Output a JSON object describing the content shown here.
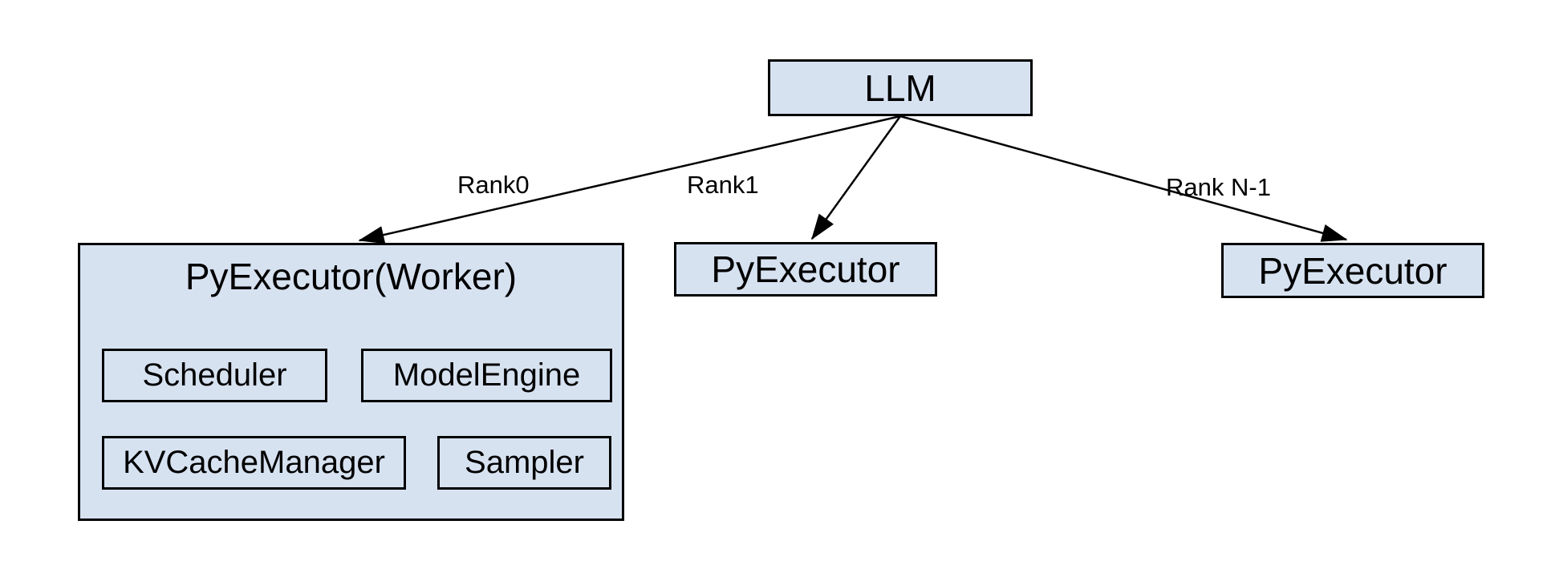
{
  "diagram": {
    "colors": {
      "node_fill": "#d7e2f1",
      "node_border": "#000000",
      "text": "#000000",
      "background": "#ffffff",
      "arrow": "#000000"
    },
    "nodes": {
      "llm": {
        "label": "LLM"
      },
      "worker": {
        "title": "PyExecutor(Worker)",
        "children": [
          "Scheduler",
          "ModelEngine",
          "KVCacheManager",
          "Sampler"
        ]
      },
      "rank1_executor": {
        "label": "PyExecutor"
      },
      "rankN_executor": {
        "label": "PyExecutor"
      }
    },
    "edges": [
      {
        "label": "Rank0",
        "from": "LLM",
        "to": "PyExecutor(Worker)"
      },
      {
        "label": "Rank1",
        "from": "LLM",
        "to": "PyExecutor"
      },
      {
        "label": "Rank N-1",
        "from": "LLM",
        "to": "PyExecutor"
      }
    ]
  }
}
